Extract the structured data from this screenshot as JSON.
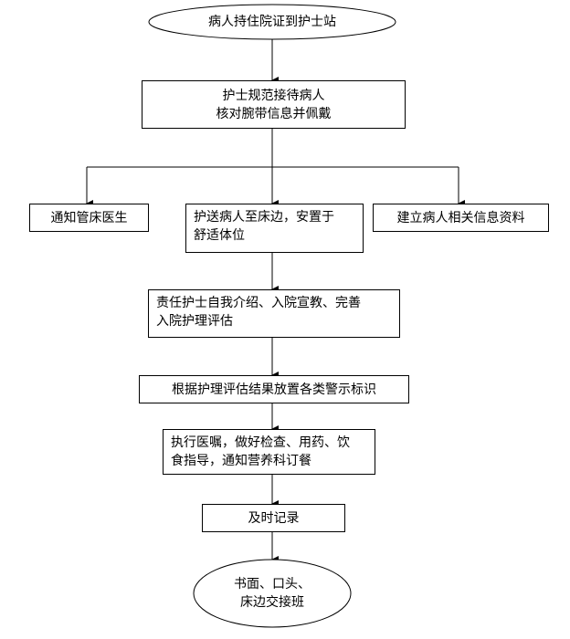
{
  "flowchart": {
    "start": {
      "lines": [
        "病人持住院证到护士站"
      ]
    },
    "reception": {
      "lines": [
        "护士规范接待病人",
        "核对腕带信息并佩戴"
      ]
    },
    "branches": {
      "notify_doctor": {
        "lines": [
          "通知管床医生"
        ]
      },
      "escort": {
        "lines": [
          "护送病人至床边，安置于",
          "舒适体位"
        ]
      },
      "records": {
        "lines": [
          "建立病人相关信息资料"
        ]
      }
    },
    "intro": {
      "lines": [
        "责任护士自我介绍、入院宣教、完善",
        "入院护理评估"
      ]
    },
    "warnings": {
      "lines": [
        "根据护理评估结果放置各类警示标识"
      ]
    },
    "orders": {
      "lines": [
        "执行医嘱，做好检查、用药、饮",
        "食指导，通知营养科订餐"
      ]
    },
    "record": {
      "lines": [
        "及时记录"
      ]
    },
    "end": {
      "lines": [
        "书面、口头、",
        "床边交接班"
      ]
    }
  }
}
